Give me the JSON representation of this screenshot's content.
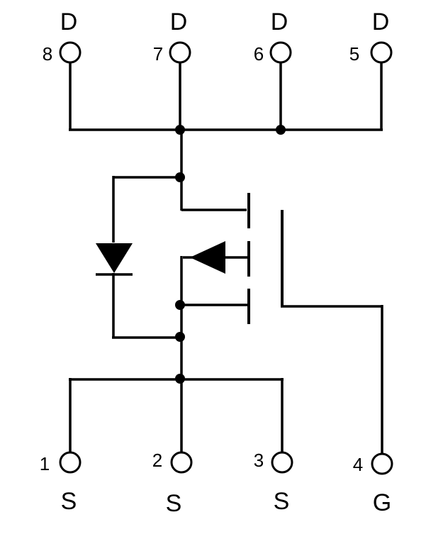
{
  "pins": [
    {
      "number": "8",
      "name": "D"
    },
    {
      "number": "7",
      "name": "D"
    },
    {
      "number": "6",
      "name": "D"
    },
    {
      "number": "5",
      "name": "D"
    },
    {
      "number": "1",
      "name": "S"
    },
    {
      "number": "2",
      "name": "S"
    },
    {
      "number": "3",
      "name": "S"
    },
    {
      "number": "4",
      "name": "G"
    }
  ]
}
